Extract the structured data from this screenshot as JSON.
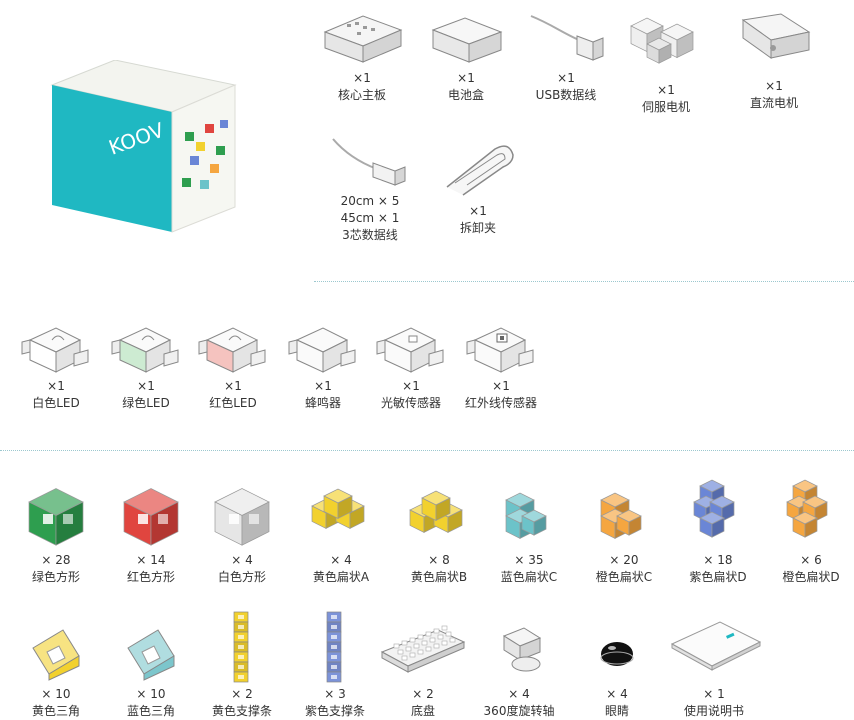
{
  "box": {
    "logo": "KOOV"
  },
  "items": [
    {
      "id": "core-board",
      "qty": "×1",
      "label": "核心主板",
      "icon": "core-board"
    },
    {
      "id": "battery-box",
      "qty": "×1",
      "label": "电池盒",
      "icon": "battery-box"
    },
    {
      "id": "usb-cable",
      "qty": "×1",
      "label": "USB数据线",
      "icon": "usb-cable"
    },
    {
      "id": "servo-motor",
      "qty": "×1",
      "label": "伺服电机",
      "icon": "servo-motor"
    },
    {
      "id": "dc-motor",
      "qty": "×1",
      "label": "直流电机",
      "icon": "dc-motor"
    },
    {
      "id": "cable-3pin",
      "qty": "20cm × 5",
      "qty2": "45cm × 1",
      "label": "3芯数据线",
      "icon": "cable-3pin"
    },
    {
      "id": "removal-clip",
      "qty": "×1",
      "label": "拆卸夹",
      "icon": "removal-clip"
    },
    {
      "id": "white-led",
      "qty": "×1",
      "label": "白色LED",
      "icon": "led",
      "color": "#ffffff"
    },
    {
      "id": "green-led",
      "qty": "×1",
      "label": "绿色LED",
      "icon": "led",
      "color": "#cdebd2"
    },
    {
      "id": "red-led",
      "qty": "×1",
      "label": "红色LED",
      "icon": "led",
      "color": "#f5c3bf"
    },
    {
      "id": "buzzer",
      "qty": "×1",
      "label": "蜂鸣器",
      "icon": "buzzer"
    },
    {
      "id": "light-sensor",
      "qty": "×1",
      "label": "光敏传感器",
      "icon": "light-sensor"
    },
    {
      "id": "ir-sensor",
      "qty": "×1",
      "label": "红外线传感器",
      "icon": "ir-sensor"
    },
    {
      "id": "green-square",
      "qty": "× 28",
      "label": "绿色方形",
      "icon": "square",
      "color": "#2e9e4f"
    },
    {
      "id": "red-square",
      "qty": "× 14",
      "label": "红色方形",
      "icon": "square",
      "color": "#e0453f"
    },
    {
      "id": "white-square",
      "qty": "× 4",
      "label": "白色方形",
      "icon": "square",
      "color": "#e6e6e6"
    },
    {
      "id": "yellow-flat-a",
      "qty": "× 4",
      "label": "黄色扁状A",
      "icon": "flat-a",
      "color": "#f2d12e"
    },
    {
      "id": "yellow-flat-b",
      "qty": "× 8",
      "label": "黄色扁状B",
      "icon": "flat-b",
      "color": "#f2d12e"
    },
    {
      "id": "blue-flat-c",
      "qty": "× 35",
      "label": "蓝色扁状C",
      "icon": "flat-c",
      "color": "#6cc3c9"
    },
    {
      "id": "orange-flat-c",
      "qty": "× 20",
      "label": "橙色扁状C",
      "icon": "flat-c",
      "color": "#f5a640"
    },
    {
      "id": "purple-flat-d",
      "qty": "× 18",
      "label": "紫色扁状D",
      "icon": "flat-d",
      "color": "#6a86d6"
    },
    {
      "id": "orange-flat-d",
      "qty": "× 6",
      "label": "橙色扁状D",
      "icon": "flat-d",
      "color": "#f5a640"
    },
    {
      "id": "yellow-triangle",
      "qty": "× 10",
      "label": "黄色三角",
      "icon": "triangle",
      "color": "#f2d12e"
    },
    {
      "id": "blue-triangle",
      "qty": "× 10",
      "label": "蓝色三角",
      "icon": "triangle",
      "color": "#7cc6cc"
    },
    {
      "id": "yellow-strut",
      "qty": "× 2",
      "label": "黄色支撑条",
      "icon": "strut",
      "color": "#f2d12e"
    },
    {
      "id": "purple-strut",
      "qty": "× 3",
      "label": "紫色支撑条",
      "icon": "strut",
      "color": "#7c93d9"
    },
    {
      "id": "base-plate",
      "qty": "× 2",
      "label": "底盘",
      "icon": "base-plate"
    },
    {
      "id": "rotation-axis",
      "qty": "× 4",
      "label": "360度旋转轴",
      "icon": "rotation-axis"
    },
    {
      "id": "eye",
      "qty": "× 4",
      "label": "眼睛",
      "icon": "eye"
    },
    {
      "id": "manual",
      "qty": "× 1",
      "label": "使用说明书",
      "icon": "manual"
    }
  ]
}
